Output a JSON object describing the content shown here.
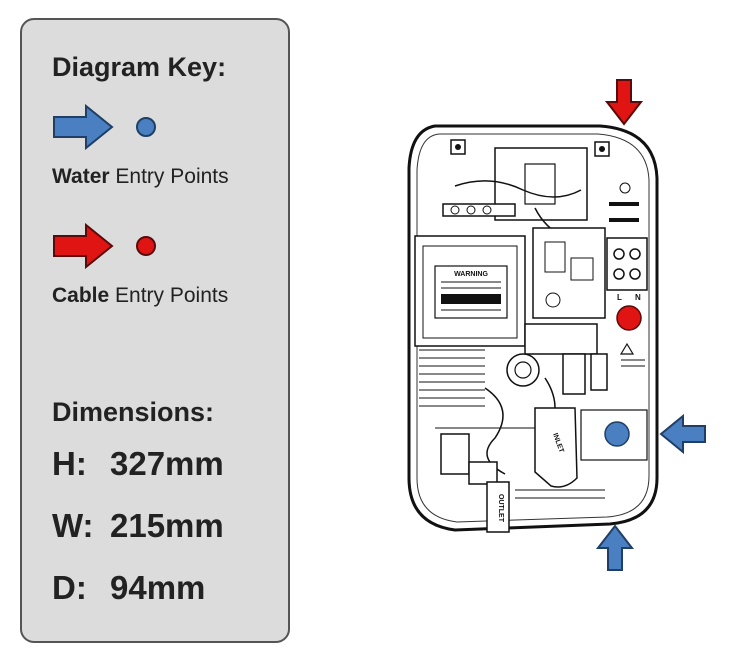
{
  "key": {
    "title": "Diagram Key:",
    "water": {
      "bold": "Water",
      "rest": " Entry Points",
      "color": "#4a7fc1"
    },
    "cable": {
      "bold": "Cable",
      "rest": " Entry Points",
      "color": "#e11414"
    }
  },
  "dimensions": {
    "title": "Dimensions:",
    "rows": [
      {
        "label": "H:",
        "value": "327mm"
      },
      {
        "label": "W:",
        "value": "215mm"
      },
      {
        "label": "D:",
        "value": "94mm"
      }
    ]
  },
  "unit_text": {
    "warning": "WARNING",
    "inlet": "INLET",
    "outlet": "OUTLET",
    "terminal_l": "L",
    "terminal_n": "N"
  }
}
